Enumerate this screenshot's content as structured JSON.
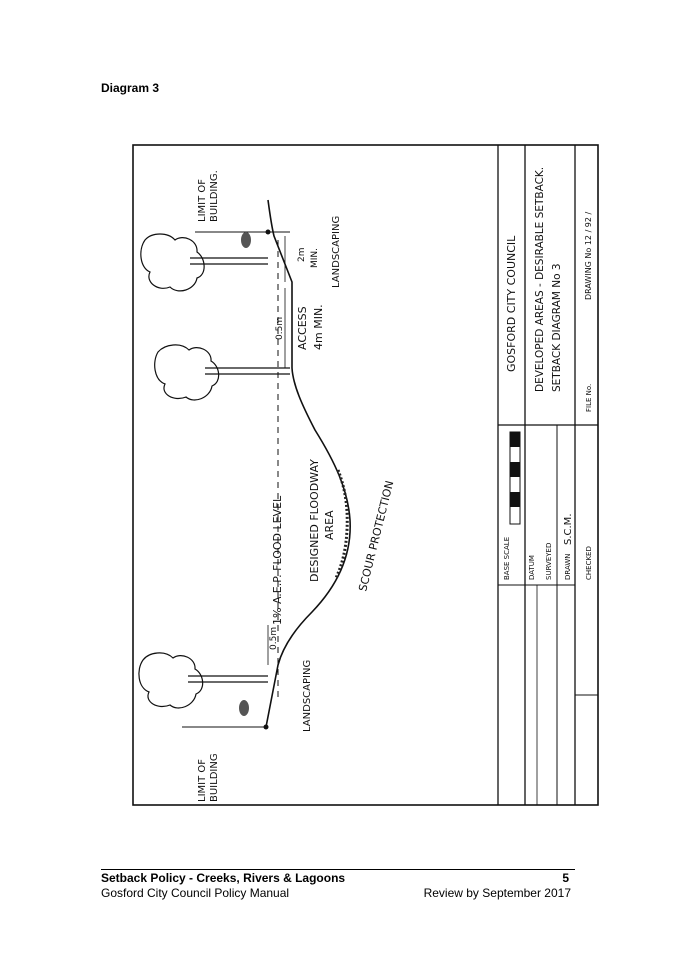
{
  "heading": "Diagram 3",
  "drawing": {
    "limit_of_building": [
      "LIMIT OF",
      "BUILDING."
    ],
    "limit_of_building_left": [
      "LIMIT OF",
      "BUILDING"
    ],
    "flood_level": "1% A.E.P. FLOOD LEVEL",
    "floodway": [
      "DESIGNED FLOODWAY",
      "AREA"
    ],
    "scour": "SCOUR PROTECTION",
    "landscaping": "LANDSCAPING",
    "landscaping_right": "LANDSCAPING",
    "dim_05_left": "0.5m",
    "dim_05_right": "0.5m",
    "access": [
      "ACCESS",
      "4m MIN."
    ],
    "dim_2m": [
      "2m",
      "MIN."
    ]
  },
  "title_block": {
    "council": "GOSFORD   CITY   COUNCIL",
    "title_line1": "DEVELOPED AREAS - DESIRABLE SETBACK.",
    "title_line2": "SETBACK DIAGRAM No 3",
    "file_no": "FILE No.",
    "drawing_no": "DRAWING No  12  /  92  /",
    "base_scale": "BASE SCALE",
    "datum": "DATUM",
    "surveyed": "SURVEYED",
    "drawn": "DRAWN",
    "drawn_by": "S.C.M.",
    "checked": "CHECKED"
  },
  "footer": {
    "title": "Setback Policy - Creeks, Rivers & Lagoons",
    "page": "5",
    "manual": "Gosford City Council Policy Manual",
    "review": "Review by September 2017"
  }
}
